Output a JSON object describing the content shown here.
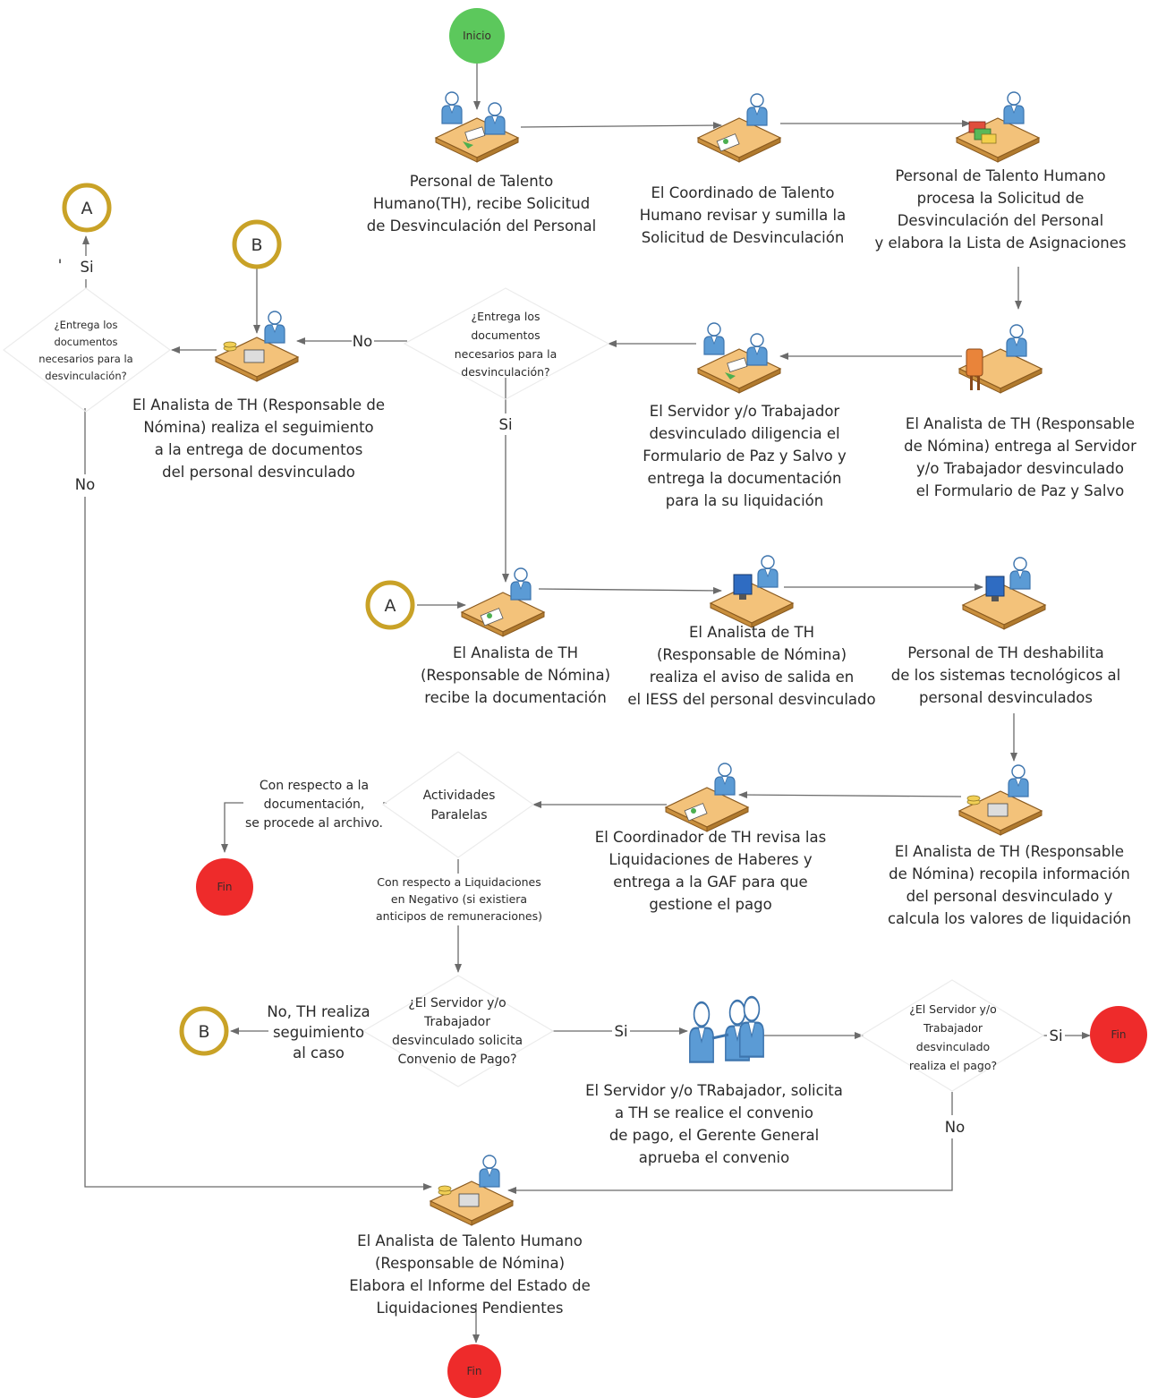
{
  "colors": {
    "start": "#5cc85c",
    "end": "#ee2b2b",
    "connector_ring": "#c9a227",
    "line": "#6b6b6b",
    "person": "#5b9bd5",
    "desk": "#f3c27a"
  },
  "terminals": {
    "start": "Inicio",
    "end_archive": "Fin",
    "end_payment": "Fin",
    "end_report": "Fin"
  },
  "connectors": {
    "a_top": "A",
    "b_top": "B",
    "a_mid": "A",
    "b_bottom": "B"
  },
  "steps": {
    "receive_request": [
      "Personal de Talento",
      "Humano(TH), recibe Solicitud",
      "de Desvinculación del Personal"
    ],
    "coordinator_review": [
      "El Coordinado de Talento",
      "Humano revisar y sumilla la",
      "Solicitud de Desvinculación"
    ],
    "process_request": [
      "Personal  de Talento Humano",
      "procesa la Solicitud de",
      "Desvinculación del Personal",
      "y elabora la Lista de Asignaciones"
    ],
    "deliver_form": [
      "El Analista de TH (Responsable",
      "de Nómina) entrega al Servidor",
      "y/o Trabajador desvinculado",
      "el Formulario de Paz y Salvo"
    ],
    "fill_form": [
      "El Servidor y/o Trabajador",
      "desvinculado diligencia el",
      "Formulario de Paz y Salvo y",
      "entrega la documentación",
      "para la su liquidación"
    ],
    "follow_up": [
      "El Analista de TH (Responsable de",
      "Nómina) realiza el seguimiento",
      "a la entrega de documentos",
      "del personal desvinculado"
    ],
    "receive_docs": [
      "El Analista de TH",
      "(Responsable de Nómina)",
      "recibe la documentación"
    ],
    "iess_notice": [
      "El Analista de TH",
      "(Responsable de Nómina)",
      "realiza el aviso de salida en",
      "el IESS del personal desvinculado"
    ],
    "disable_systems": [
      "Personal de TH deshabilita",
      "de los sistemas tecnológicos al",
      "personal desvinculados"
    ],
    "compute_values": [
      "El Analista de TH (Responsable",
      "de Nómina) recopila información",
      "del personal desvinculado y",
      "calcula los valores de liquidación"
    ],
    "review_settlements": [
      "El Coordinador de TH revisa las",
      "Liquidaciones de Haberes y",
      "entrega a la GAF para que",
      "gestione el pago"
    ],
    "payment_agreement": [
      "El Servidor y/o TRabajador, solicita",
      "a TH se realice el convenio",
      "de pago, el Gerente General",
      "aprueba el convenio"
    ],
    "final_report": [
      "El Analista de Talento Humano",
      "(Responsable de Nómina)",
      "Elabora el Informe del Estado de",
      "Liquidaciones Pendientes"
    ]
  },
  "decisions": {
    "docs_delivered_mid": [
      "¿Entrega los",
      "documentos",
      "necesarios para la",
      "desvinculación?"
    ],
    "docs_delivered_left": [
      "¿Entrega los",
      "documentos",
      "necesarios para la",
      "desvinculación?"
    ],
    "parallel": [
      "Actividades",
      "Paralelas"
    ],
    "payment_agreement_q": [
      "¿El Servidor y/o",
      "Trabajador",
      "desvinculado solicita",
      "Convenio de Pago?"
    ],
    "payment_done_q": [
      "¿El Servidor y/o",
      "Trabajador",
      "desvinculado",
      "realiza el pago?"
    ]
  },
  "annotations": {
    "archive": [
      "Con respecto a la",
      "documentación,",
      "se procede al archivo."
    ],
    "negative": [
      "Con respecto a Liquidaciones",
      "en Negativo (si existiera",
      "anticipos de remuneraciones)"
    ],
    "no_followup": [
      "No, TH realiza",
      "seguimiento",
      "al caso"
    ]
  },
  "edge_labels": {
    "no_mid": "No",
    "si_mid": "Si",
    "si_left": "Si",
    "no_left": "No",
    "si_agreement": "Si",
    "si_payment": "Si",
    "no_payment": "No",
    "tick": "'"
  }
}
